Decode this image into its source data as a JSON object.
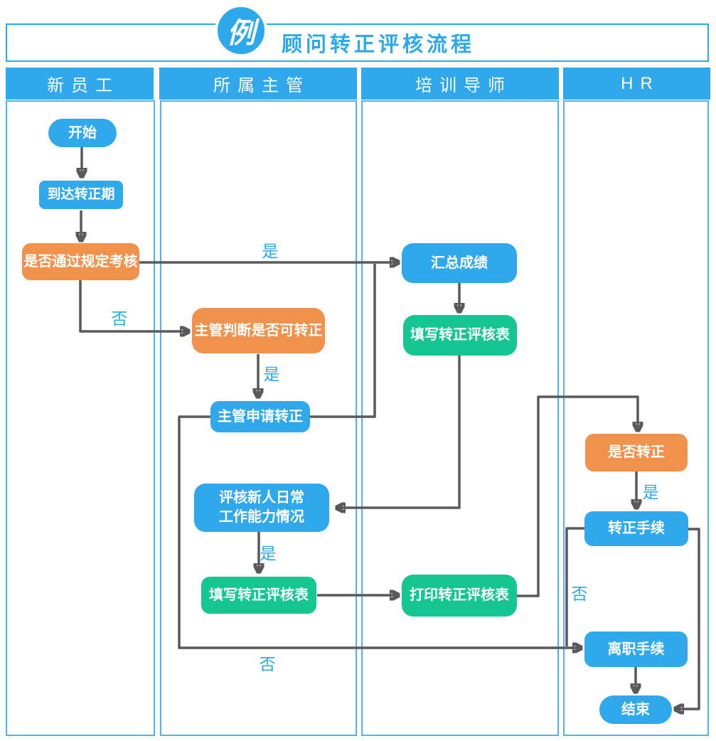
{
  "badge": "例",
  "title": "顾问转正评核流程",
  "lanes": [
    {
      "label": "新员工"
    },
    {
      "label": "所属主管"
    },
    {
      "label": "培训导师"
    },
    {
      "label": "HR"
    }
  ],
  "nodes": {
    "start": "开始",
    "reach_period": "到达转正期",
    "pass_exam": "是否通过规定考核",
    "supervisor_judge": "主管判断是否可转正",
    "supervisor_apply": "主管申请转正",
    "evaluate_daily_line1": "评核新人日常",
    "evaluate_daily_line2": "工作能力情况",
    "fill_form_supervisor": "填写转正评核表",
    "summarize_scores": "汇总成绩",
    "fill_form_mentor": "填写转正评核表",
    "print_form": "打印转正评核表",
    "confirm_decision": "是否转正",
    "confirm_procedure": "转正手续",
    "resign_procedure": "离职手续",
    "end": "结束"
  },
  "edge_labels": {
    "pass_yes": "是",
    "pass_no": "否",
    "judge_yes": "是",
    "evaluate_yes": "是",
    "confirm_yes": "是",
    "confirm_no": "否",
    "apply_no": "否"
  },
  "colors": {
    "accent_blue": "#2BA9EC",
    "node_blue": "#2FA8EC",
    "node_green": "#16C690",
    "node_orange": "#F0924C",
    "lane_border": "#4FB3F0",
    "arrow_gray": "#58595B"
  }
}
